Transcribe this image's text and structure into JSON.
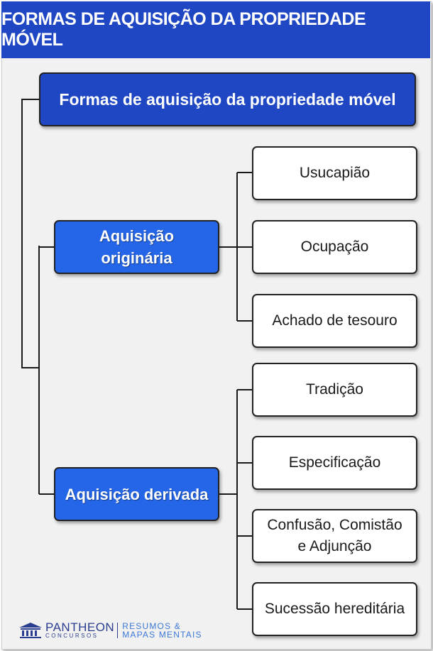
{
  "header": {
    "title": "FORMAS DE AQUISIÇÃO DA PROPRIEDADE MÓVEL"
  },
  "root": {
    "label": "Formas de aquisição da propriedade móvel"
  },
  "categories": [
    {
      "label_lines": [
        "Aquisição",
        "originária"
      ],
      "items": [
        "Usucapião",
        "Ocupação",
        "Achado de tesouro"
      ]
    },
    {
      "label": "Aquisição derivada",
      "items": [
        "Tradição",
        "Especificação",
        "Confusão, Comistão e Adjunção",
        "Sucessão hereditária"
      ],
      "item3_lines": [
        "Confusão, Comistão",
        "e Adjunção"
      ]
    }
  ],
  "footer": {
    "brand": "PANTHEON",
    "brand_sub": "CONCURSOS",
    "tagline_1": "RESUMOS &",
    "tagline_2": "MAPAS MENTAIS"
  }
}
